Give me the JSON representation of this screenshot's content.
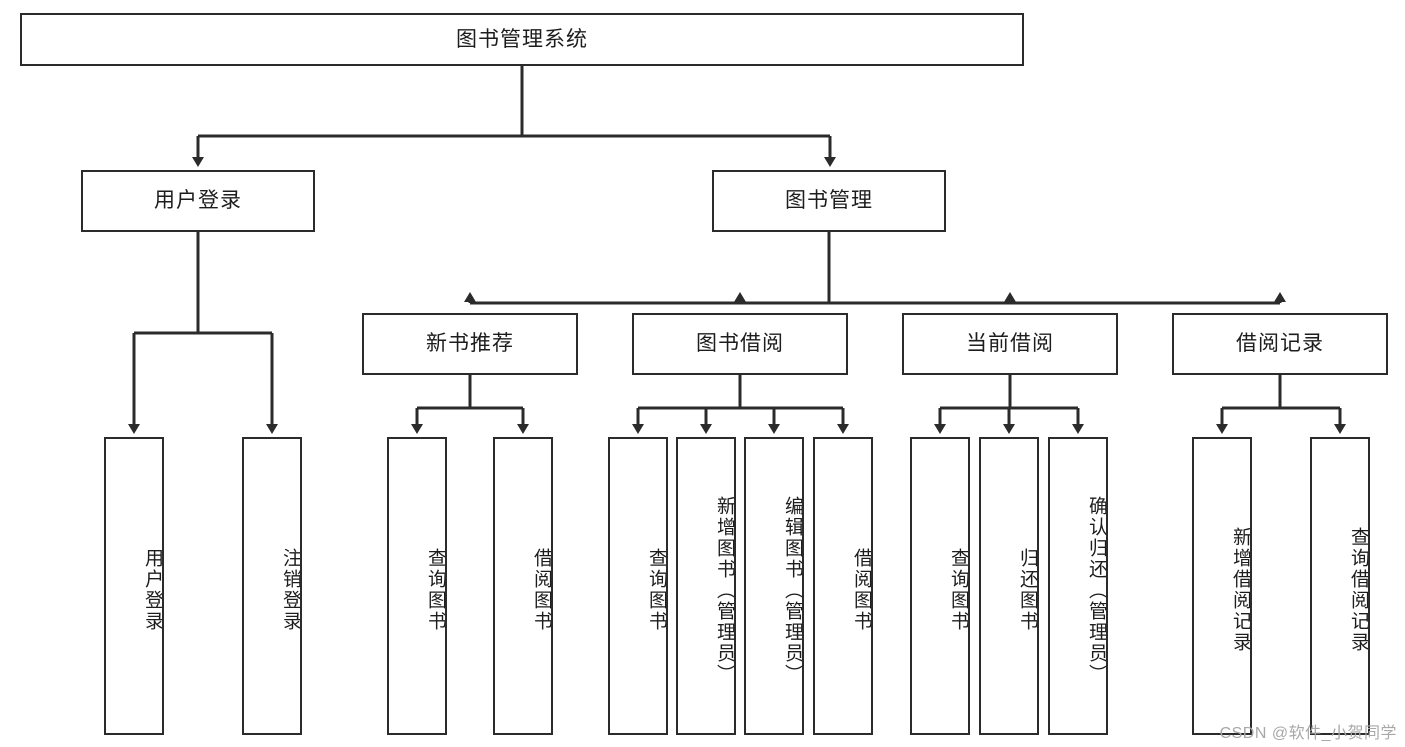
{
  "diagram": {
    "title": "图书管理系统",
    "type": "tree",
    "watermark": "CSDN @软件_小贺同学",
    "colors": {
      "box_border": "#2b2b2b",
      "box_fill": "#ffffff",
      "edge": "#2b2b2b",
      "text": "#1d1d1d",
      "watermark": "#a8a8a8"
    },
    "nodes": {
      "root": "图书管理系统",
      "level2": {
        "user_login": "用户登录",
        "book_manage": "图书管理"
      },
      "level3": {
        "new_book_recommend": "新书推荐",
        "book_borrow": "图书借阅",
        "current_borrow": "当前借阅",
        "borrow_record": "借阅记录"
      },
      "leaves": {
        "user_login": [
          "用户登录",
          "注销登录"
        ],
        "new_book_recommend": [
          "查询图书",
          "借阅图书"
        ],
        "book_borrow": [
          "查询图书",
          "新增图书（管理员）",
          "编辑图书（管理员）",
          "借阅图书"
        ],
        "current_borrow": [
          "查询图书",
          "归还图书",
          "确认归还（管理员）"
        ],
        "borrow_record": [
          "新增借阅记录",
          "查询借阅记录"
        ]
      }
    }
  }
}
